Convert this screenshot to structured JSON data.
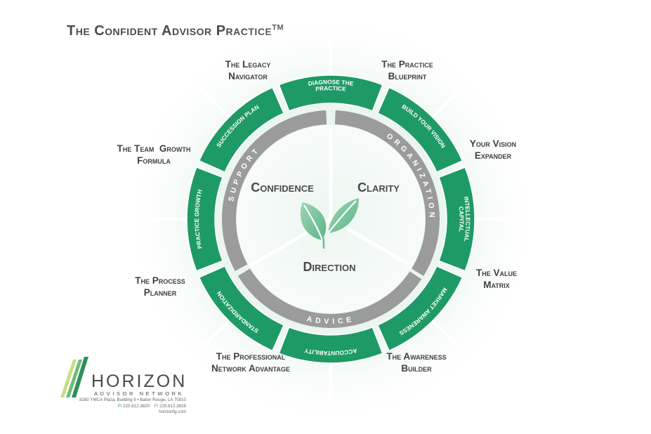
{
  "title": "The Confident Advisor Practice",
  "trademark": "TM",
  "outer_labels": [
    {
      "lines": [
        "The Legacy",
        "Navigator"
      ]
    },
    {
      "lines": [
        "The Practice",
        "Blueprint"
      ]
    },
    {
      "lines": [
        "Your Vision",
        "Expander"
      ]
    },
    {
      "lines": [
        "The Value",
        "Matrix"
      ]
    },
    {
      "lines": [
        "The Awareness",
        "Builder"
      ]
    },
    {
      "lines": [
        "The Professional",
        "Network Advantage"
      ]
    },
    {
      "lines": [
        "The Process",
        "Planner"
      ]
    },
    {
      "lines": [
        "The Team  Growth",
        "Formula"
      ]
    }
  ],
  "segments": [
    {
      "lines": [
        "Diagnose the",
        "Practice"
      ]
    },
    {
      "lines": [
        "Build your Vision"
      ]
    },
    {
      "lines": [
        "Intellectual",
        "Capital"
      ]
    },
    {
      "lines": [
        "Market Awareness"
      ]
    },
    {
      "lines": [
        "Accountability"
      ]
    },
    {
      "lines": [
        "Standardization"
      ]
    },
    {
      "lines": [
        "Practice Growth"
      ]
    },
    {
      "lines": [
        "Succession Plan"
      ]
    }
  ],
  "inner_ring": {
    "organization": "Organization",
    "advice": "Advice",
    "support": "Support"
  },
  "center_words": {
    "confidence": "Confidence",
    "clarity": "Clarity",
    "direction": "Direction"
  },
  "center_icon": "leaf-icon",
  "colors": {
    "green": "#1e9a66",
    "gray_ring": "#9b9b9b",
    "text": "#4a4a4a",
    "logo_green": "#3a9b6b"
  },
  "logo": {
    "name": "HORIZON",
    "subtitle": "ADVISOR NETWORK",
    "address": "8280 YMCA Plaza, Building 5 • Baton Rouge, LA 70810",
    "phone_label": "P/",
    "phone": "225.612.3820",
    "fax_label": "F/",
    "fax": "225.612.3826",
    "website": "horizonfg.com"
  }
}
